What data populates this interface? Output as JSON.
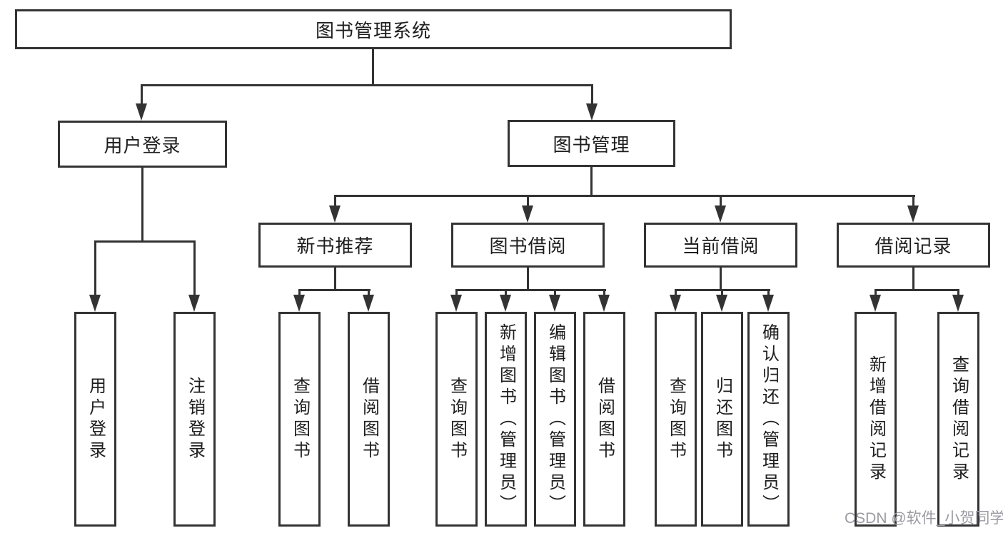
{
  "diagram": {
    "root": {
      "label": "图书管理系统"
    },
    "branches": [
      {
        "label": "用户登录",
        "children": [
          {
            "label": "用户登录"
          },
          {
            "label": "注销登录"
          }
        ]
      },
      {
        "label": "图书管理",
        "children": [
          {
            "label": "新书推荐",
            "children": [
              {
                "label": "查询图书"
              },
              {
                "label": "借阅图书"
              }
            ]
          },
          {
            "label": "图书借阅",
            "children": [
              {
                "label": "查询图书"
              },
              {
                "label": "新增图书（管理员）"
              },
              {
                "label": "编辑图书（管理员）"
              },
              {
                "label": "借阅图书"
              }
            ]
          },
          {
            "label": "当前借阅",
            "children": [
              {
                "label": "查询图书"
              },
              {
                "label": "归还图书"
              },
              {
                "label": "确认归还（管理员）"
              }
            ]
          },
          {
            "label": "借阅记录",
            "children": [
              {
                "label": "新增借阅记录"
              },
              {
                "label": "查询借阅记录"
              }
            ]
          }
        ]
      }
    ]
  },
  "watermark": {
    "text": "CSDN @软件_小贺同学"
  },
  "colors": {
    "line": "#333333",
    "text": "#1e1e1e",
    "background": "#ffffff",
    "watermark": "#9b9ba2"
  }
}
